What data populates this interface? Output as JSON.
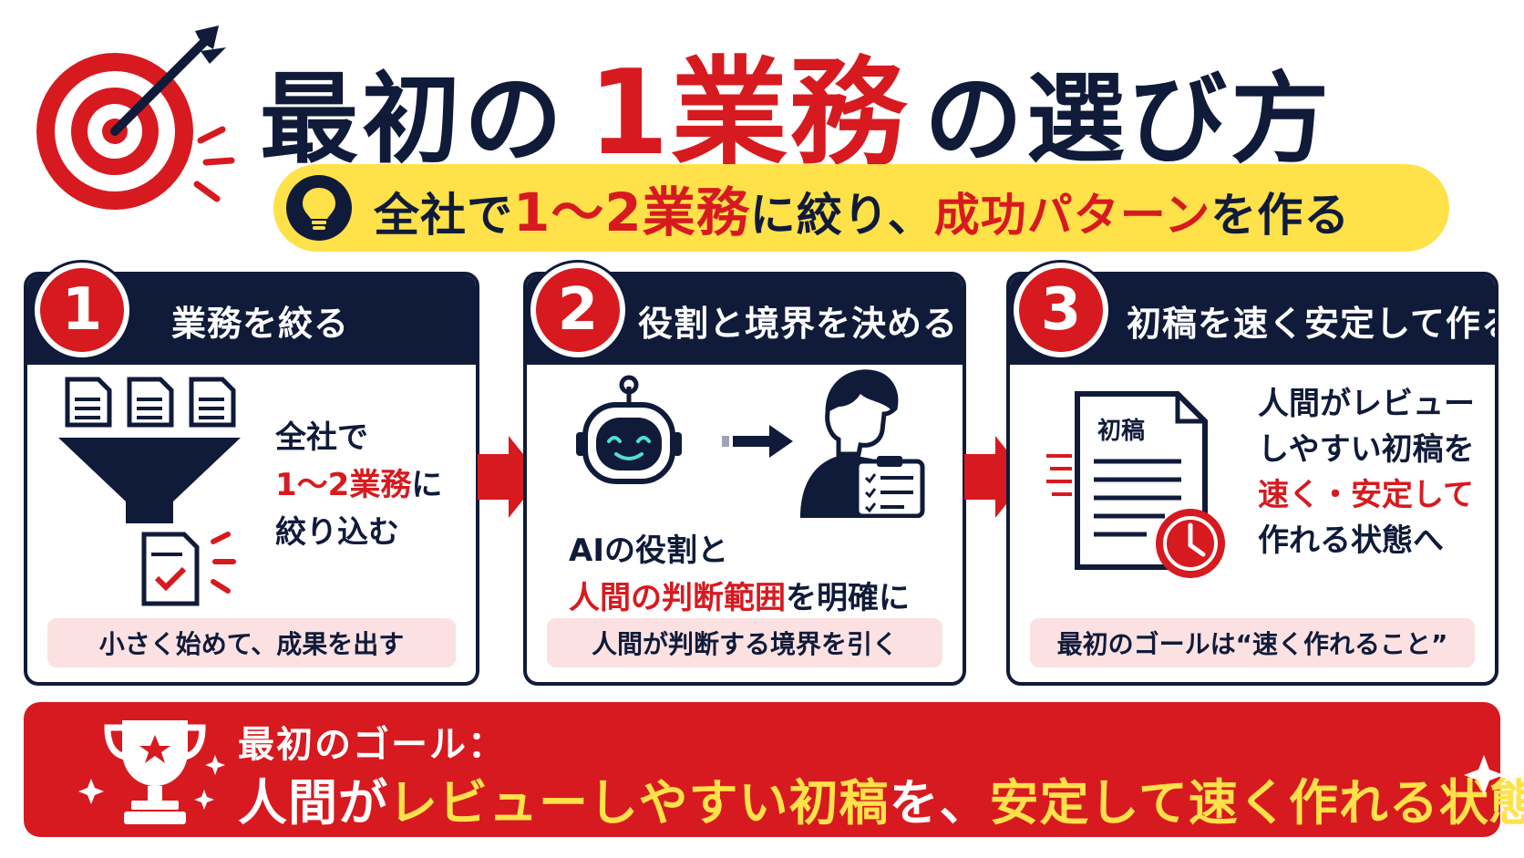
{
  "header": {
    "title_part1": "最初の",
    "title_highlight": "1業務",
    "title_part2": "の選び方"
  },
  "banner": {
    "pre": "全社で",
    "highlight1": "1〜2業務",
    "mid": "に絞り、",
    "highlight2": "成功パターン",
    "post": "を作る"
  },
  "steps": [
    {
      "number": "1",
      "title": "業務を絞る",
      "text_line1": "全社で",
      "text_line2_red": "1〜2業務",
      "text_line2_post": "に",
      "text_line3": "絞り込む",
      "footer": "小さく始めて、成果を出す"
    },
    {
      "number": "2",
      "title": "役割と境界を決める",
      "text_line1": "AIの役割と",
      "text_line2_red": "人間の判断範囲",
      "text_line2_post": "を明確に",
      "footer": "人間が判断する境界を引く"
    },
    {
      "number": "3",
      "title": "初稿を速く安定して作る",
      "doc_label": "初稿",
      "text_line1": "人間がレビュー",
      "text_line2": "しやすい初稿を",
      "text_line3_red": "速く・安定して",
      "text_line4": "作れる状態へ",
      "footer": "最初のゴールは“速く作れること”"
    }
  ],
  "goal": {
    "label": "最初のゴール：",
    "pre": "人間が",
    "highlight1": "レビューしやすい初稿",
    "mid": "を、",
    "highlight2": "安定して速く作れる状態"
  },
  "colors": {
    "navy": "#101b3a",
    "red": "#d71a1f",
    "yellow": "#ffe14a",
    "pink": "#fbe1e1"
  },
  "icons": [
    "target-icon",
    "lightbulb-icon",
    "document-icon",
    "funnel-icon",
    "checked-document-icon",
    "robot-icon",
    "person-icon",
    "clipboard-icon",
    "clock-icon",
    "trophy-icon",
    "sparkle-icon",
    "arrow-right-icon"
  ]
}
